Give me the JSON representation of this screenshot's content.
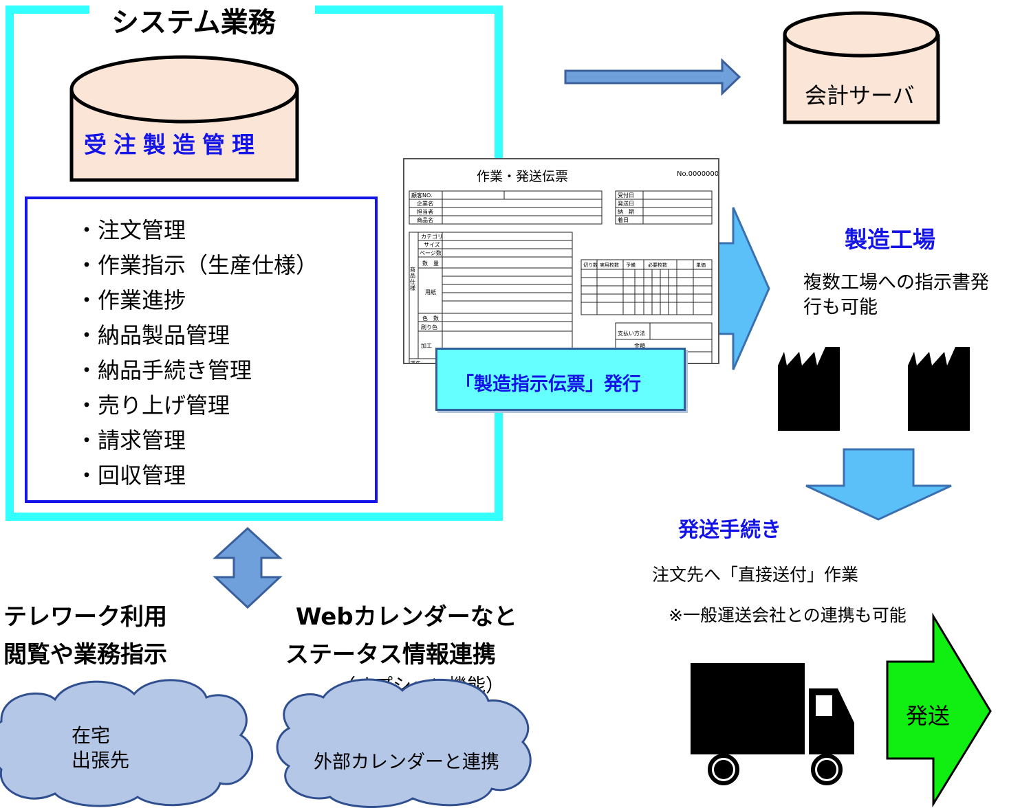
{
  "system": {
    "title": "システム業務",
    "db_label": "受注製造管理",
    "features": [
      "・注文管理",
      "・作業指示（生産仕様）",
      "・作業進捗",
      "・納品製品管理",
      "・納品手続き管理",
      "・売り上げ管理",
      "・請求管理",
      "・回収管理"
    ]
  },
  "server": {
    "label": "会計サーバ"
  },
  "slip": {
    "title": "作業・発送伝票",
    "number": "No.0000000",
    "header_left": [
      "顧客NO.",
      "企業名",
      "担当者",
      "商品名"
    ],
    "header_right": [
      "受付日",
      "発送日",
      "納　期",
      "着日"
    ],
    "spec_vertical": "商品仕様",
    "spec_rows": [
      "カテゴリ",
      "サイズ",
      "ページ数",
      "数　量",
      "用紙",
      "色　数",
      "刷り色",
      "加工",
      "運先"
    ],
    "table_headers": [
      "切り数",
      "実用枚数",
      "予備",
      "必要枚数",
      "単価"
    ],
    "payment_label": "支払い方法",
    "amount_label": "金額",
    "callout": "「製造指示伝票」発行"
  },
  "factory": {
    "title": "製造工場",
    "description_lines": [
      "複数工場への指示書発",
      "行も可能"
    ]
  },
  "shipping": {
    "title": "発送手続き",
    "note1": "注文先へ「直接送付」作業",
    "note2": "※一般運送会社との連携も可能",
    "arrow_label": "発送"
  },
  "telework": {
    "title_lines": [
      "テレワーク利用",
      "閲覧や業務指示"
    ],
    "cloud_lines": [
      "在宅",
      "出張先"
    ]
  },
  "calendar": {
    "title_lines": [
      "Webカレンダーなと",
      "ステータス情報連携"
    ],
    "subtitle": "（オプション機能）",
    "cloud_label": "外部カレンダーと連携"
  },
  "colors": {
    "frame_cyan": "#33ffff",
    "list_border_blue": "#1414e6",
    "db_fill": "#fbe5d6",
    "arrow_blue": "#6fa0dc",
    "arrow_light_blue": "#5bc0f8",
    "callout_fill": "#66ffff",
    "ship_arrow_green": "#11ee11",
    "cloud_fill": "#b4c7e7"
  },
  "icons": [
    "database-cylinder",
    "server-cylinder",
    "factory-icon",
    "truck-icon",
    "cloud-shape",
    "arrow-right",
    "arrow-down",
    "double-arrow-vertical"
  ]
}
